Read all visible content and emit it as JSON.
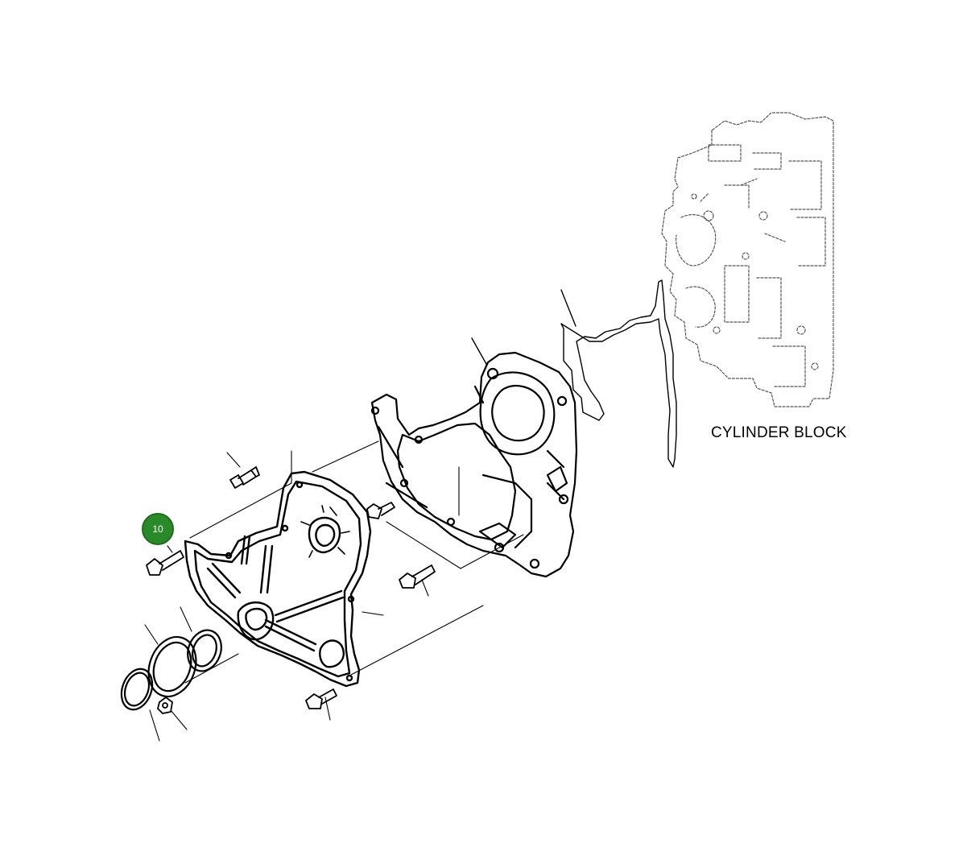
{
  "labels": {
    "cylinder_block": "CYLINDER BLOCK"
  },
  "callout": {
    "number": "10",
    "color": "#2a8a2a",
    "icon": "part-callout-marker"
  },
  "colors": {
    "line": "#000000",
    "ghost_line": "#555555",
    "background": "#ffffff"
  }
}
